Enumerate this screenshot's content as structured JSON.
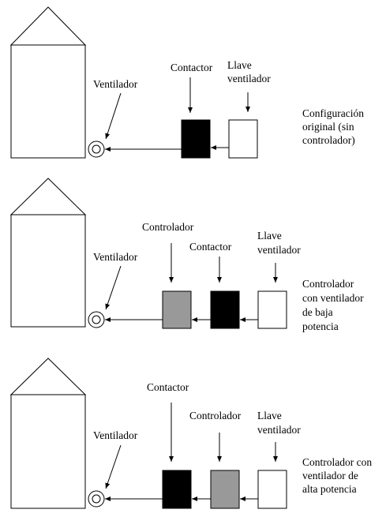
{
  "colors": {
    "contactor": "#000000",
    "controlador": "#999999",
    "llave": "#ffffff",
    "stroke": "#000000"
  },
  "panels": [
    {
      "ventilador": "Ventilador",
      "labels": [
        {
          "lines": [
            "Contactor"
          ]
        },
        {
          "lines": [
            "Llave",
            "ventilador"
          ]
        }
      ],
      "caption": [
        "Configuración",
        "original (sin",
        "controlador)"
      ]
    },
    {
      "ventilador": "Ventilador",
      "labels": [
        {
          "lines": [
            "Controlador"
          ]
        },
        {
          "lines": [
            "Contactor"
          ]
        },
        {
          "lines": [
            "Llave",
            "ventilador"
          ]
        }
      ],
      "caption": [
        "Controlador",
        "con ventilador",
        "de baja",
        "potencia"
      ]
    },
    {
      "ventilador": "Ventilador",
      "labels": [
        {
          "lines": [
            "Contactor"
          ]
        },
        {
          "lines": [
            "Controlador"
          ]
        },
        {
          "lines": [
            "Llave",
            "ventilador"
          ]
        }
      ],
      "caption": [
        "Controlador con",
        "ventilador de",
        "alta potencia"
      ]
    }
  ]
}
